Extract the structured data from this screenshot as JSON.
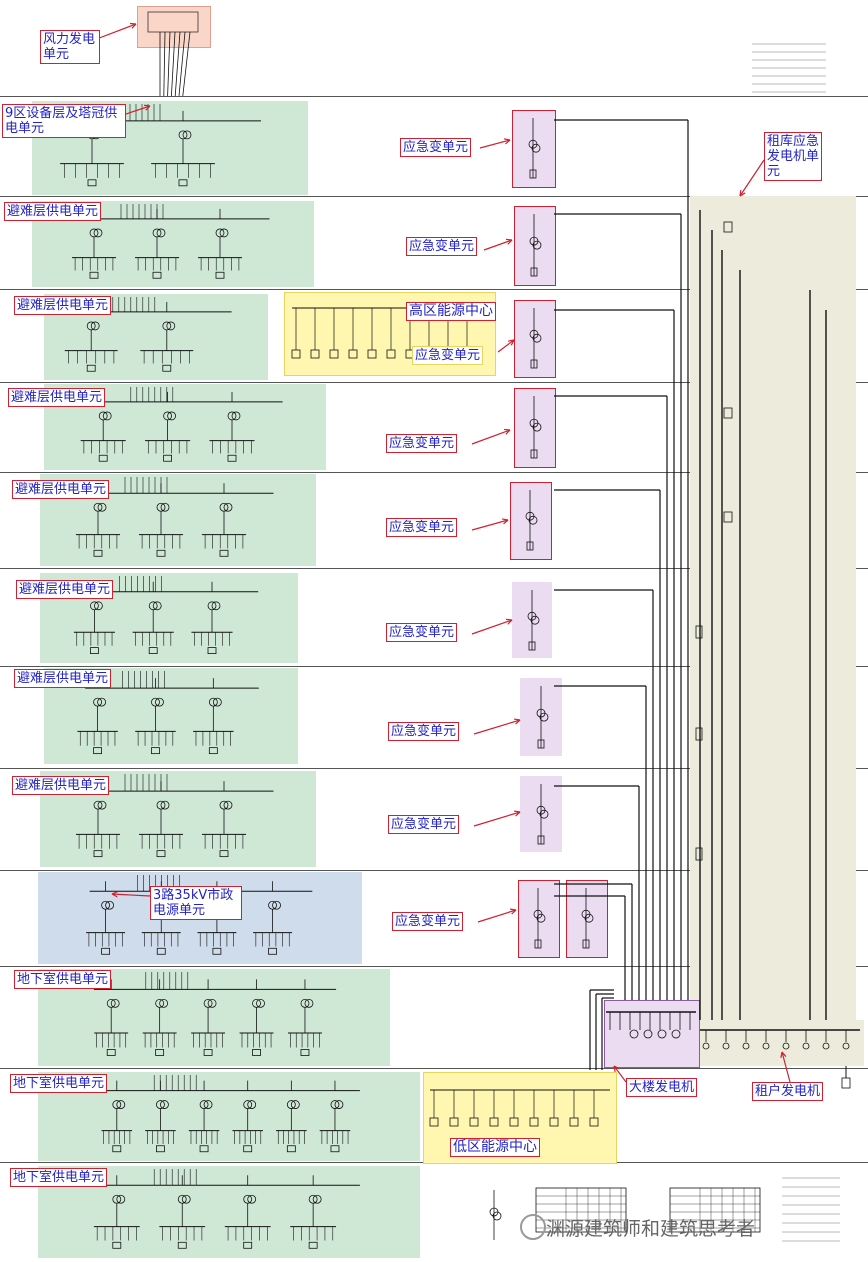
{
  "labels": {
    "wind": "风力发电单元",
    "zone9": "9区设备层及塔冠供电单元",
    "refuge": "避难层供电单元",
    "emergency": "应急变单元",
    "high_energy": "高区能源中心",
    "tenant_gen_unit": "租库应急发电机单元",
    "supply_35kv": "3路35kV市政电源单元",
    "basement": "地下室供电单元",
    "low_energy": "低区能源中心",
    "building_gen": "大楼发电机",
    "tenant_gen": "租户发电机"
  },
  "watermark": "渊源建筑师和建筑思考者",
  "colors": {
    "label_border": "#d12030",
    "label_text": "#2323c8",
    "zone_green": "#cfe8d6",
    "zone_yellow": "#fff7b0",
    "zone_blue": "#cfdcec",
    "zone_purple": "#ecdcf2",
    "arrow": "#d12030"
  }
}
